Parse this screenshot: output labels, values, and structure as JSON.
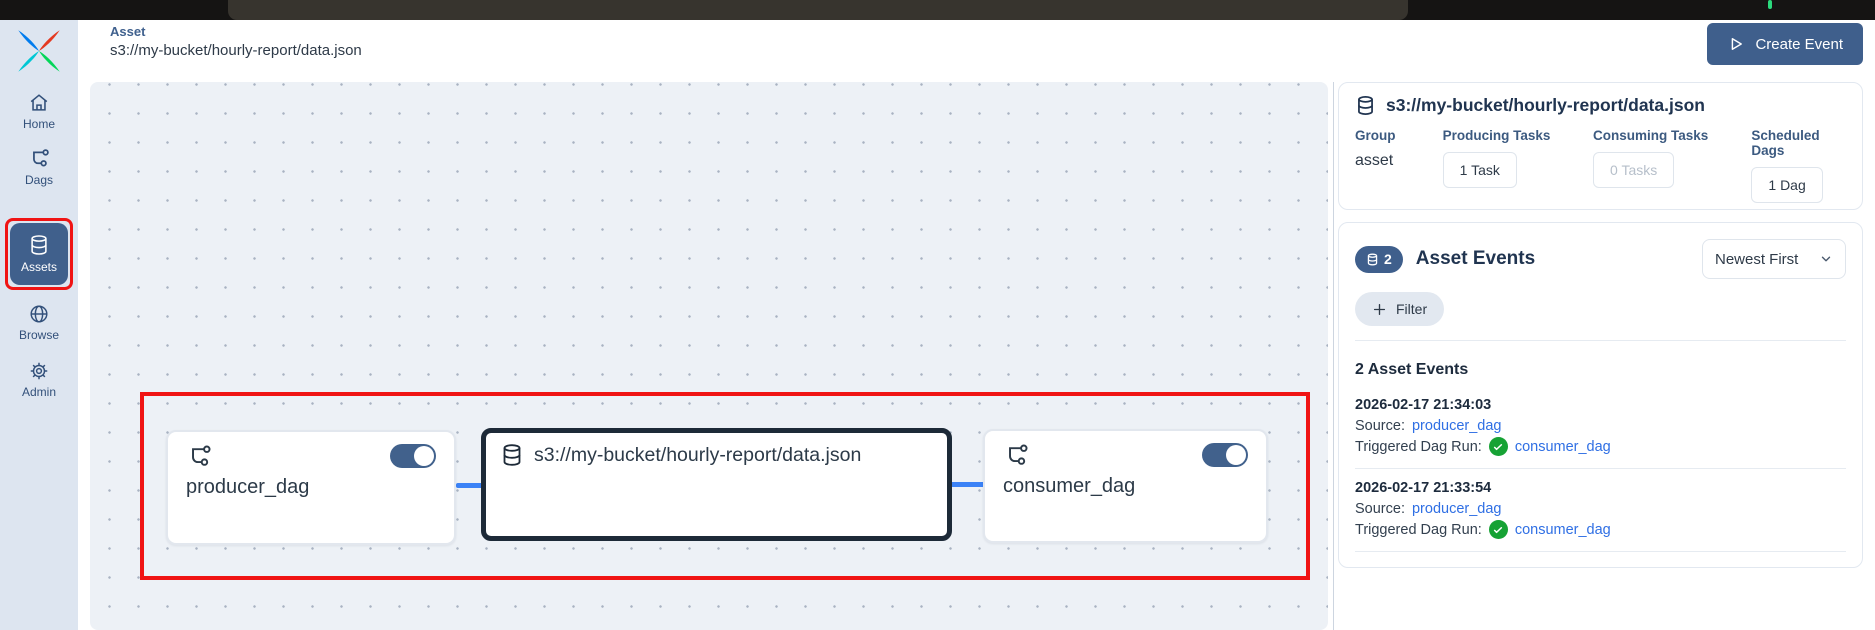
{
  "header": {
    "breadcrumb": "Asset",
    "uri": "s3://my-bucket/hourly-report/data.json",
    "create_event_label": "Create Event"
  },
  "sidebar": {
    "items": [
      {
        "label": "Home"
      },
      {
        "label": "Dags"
      },
      {
        "label": "Assets",
        "selected": true
      },
      {
        "label": "Browse"
      },
      {
        "label": "Admin"
      }
    ]
  },
  "graph": {
    "producer": {
      "label": "producer_dag",
      "toggle_on": true
    },
    "asset": {
      "label": "s3://my-bucket/hourly-report/data.json"
    },
    "consumer": {
      "label": "consumer_dag",
      "toggle_on": true
    }
  },
  "panel": {
    "title": "s3://my-bucket/hourly-report/data.json",
    "stats": [
      {
        "header": "Group",
        "value": "asset"
      },
      {
        "header": "Producing Tasks",
        "value": "1 Task"
      },
      {
        "header": "Consuming Tasks",
        "value": "0 Tasks"
      },
      {
        "header": "Scheduled Dags",
        "value": "1 Dag"
      }
    ],
    "events": {
      "badge_count": "2",
      "title": "Asset Events",
      "sort_label": "Newest First",
      "filter_label": "Filter",
      "count_heading": "2 Asset Events",
      "items": [
        {
          "timestamp": "2026-02-17 21:34:03",
          "source_label": "Source:",
          "source": "producer_dag",
          "run_label": "Triggered Dag Run:",
          "run": "consumer_dag"
        },
        {
          "timestamp": "2026-02-17 21:33:54",
          "source_label": "Source:",
          "source": "producer_dag",
          "run_label": "Triggered Dag Run:",
          "run": "consumer_dag"
        }
      ]
    }
  },
  "colors": {
    "accent_blue": "#3f5f8c",
    "edge_blue": "#3b82f6",
    "annotation_red": "#f01414",
    "link_blue": "#2f6fe4",
    "success_green": "#16a234",
    "tick_green": "#2bd97c"
  }
}
